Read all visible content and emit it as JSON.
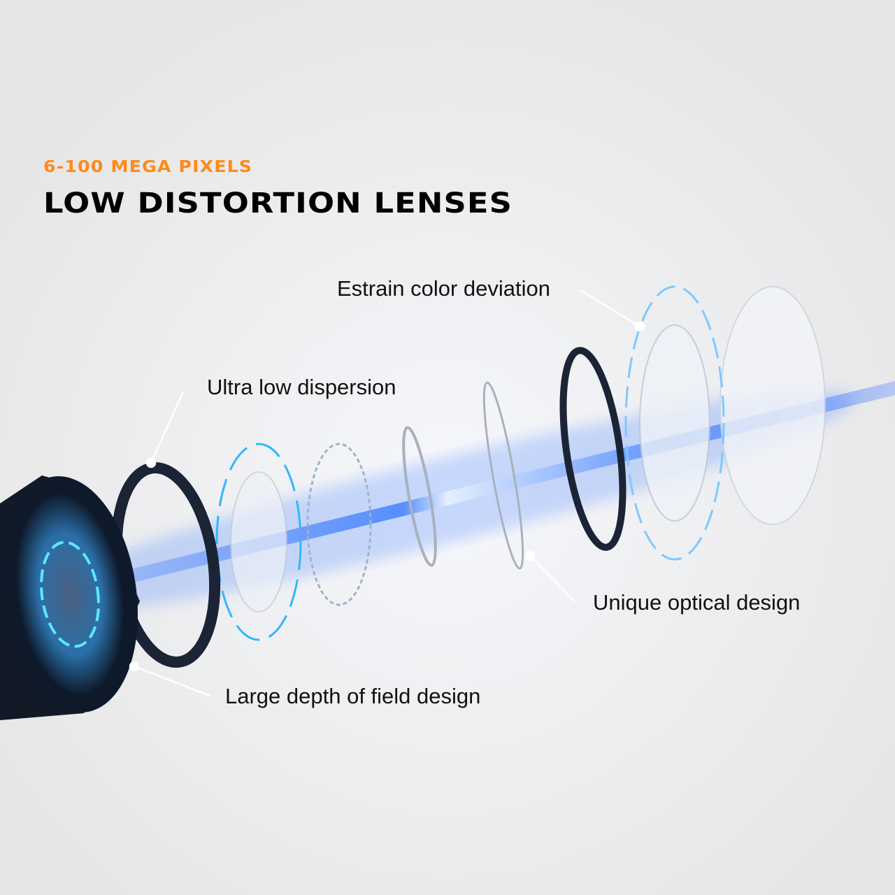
{
  "header": {
    "subtitle": "6-100 MEGA PIXELS",
    "title": "LOW DISTORTION LENSES"
  },
  "callouts": [
    {
      "label": "Estrain color deviation"
    },
    {
      "label": "Ultra low dispersion"
    },
    {
      "label": "Unique optical design"
    },
    {
      "label": "Large depth of field design"
    }
  ],
  "colors": {
    "accent": "#ff8a1a",
    "beam": "#2a6bff",
    "ring": "#1b2434"
  }
}
